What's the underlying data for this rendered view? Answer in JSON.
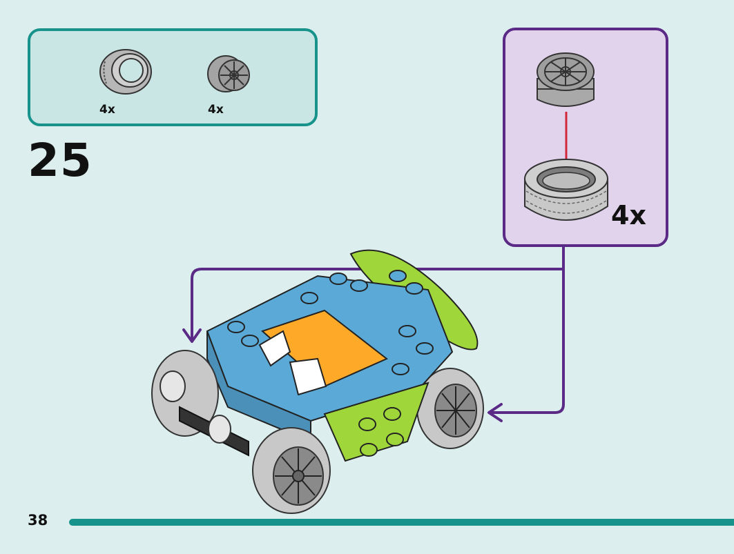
{
  "parts_list": {
    "items": [
      {
        "part": "tire",
        "quantity": "4x"
      },
      {
        "part": "wheel-rim",
        "quantity": "4x"
      }
    ]
  },
  "step": {
    "number": "25"
  },
  "sub_assembly": {
    "quantity": "4x"
  },
  "page": {
    "number": "38"
  },
  "colors": {
    "teal": "#17938c",
    "purple": "#5b2a86",
    "blue_brick": "#5aa9d6",
    "lime_brick": "#9fd63a",
    "orange_brick": "#ffa928",
    "tire_gray": "#b9b9b9",
    "background": "#dcefee"
  }
}
